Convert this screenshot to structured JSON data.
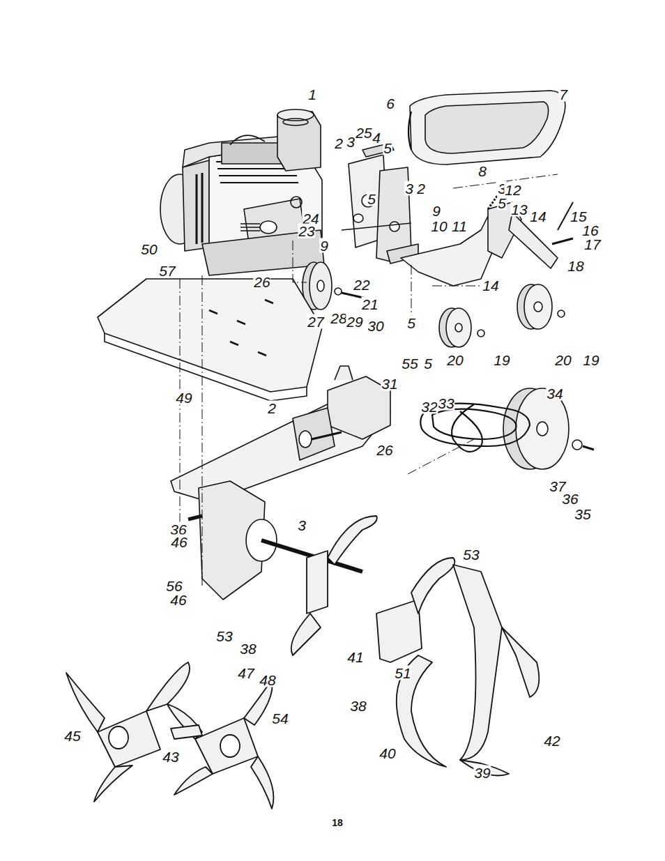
{
  "diagram": {
    "labels": [
      "1",
      "2",
      "3",
      "25",
      "4",
      "5",
      "6",
      "7",
      "8",
      "3",
      "5",
      "5",
      "3",
      "2",
      "9",
      "12",
      "13",
      "14",
      "15",
      "16",
      "17",
      "18",
      "24",
      "23",
      "10",
      "11",
      "9",
      "50",
      "57",
      "26",
      "22",
      "21",
      "14",
      "27",
      "28",
      "29",
      "30",
      "5",
      "55",
      "5",
      "20",
      "19",
      "20",
      "19",
      "49",
      "31",
      "32",
      "33",
      "34",
      "2",
      "26",
      "37",
      "36",
      "35",
      "3",
      "36",
      "46",
      "53",
      "56",
      "46",
      "41",
      "51",
      "53",
      "38",
      "47",
      "48",
      "54",
      "45",
      "43",
      "38",
      "42",
      "40",
      "39",
      "18"
    ]
  }
}
